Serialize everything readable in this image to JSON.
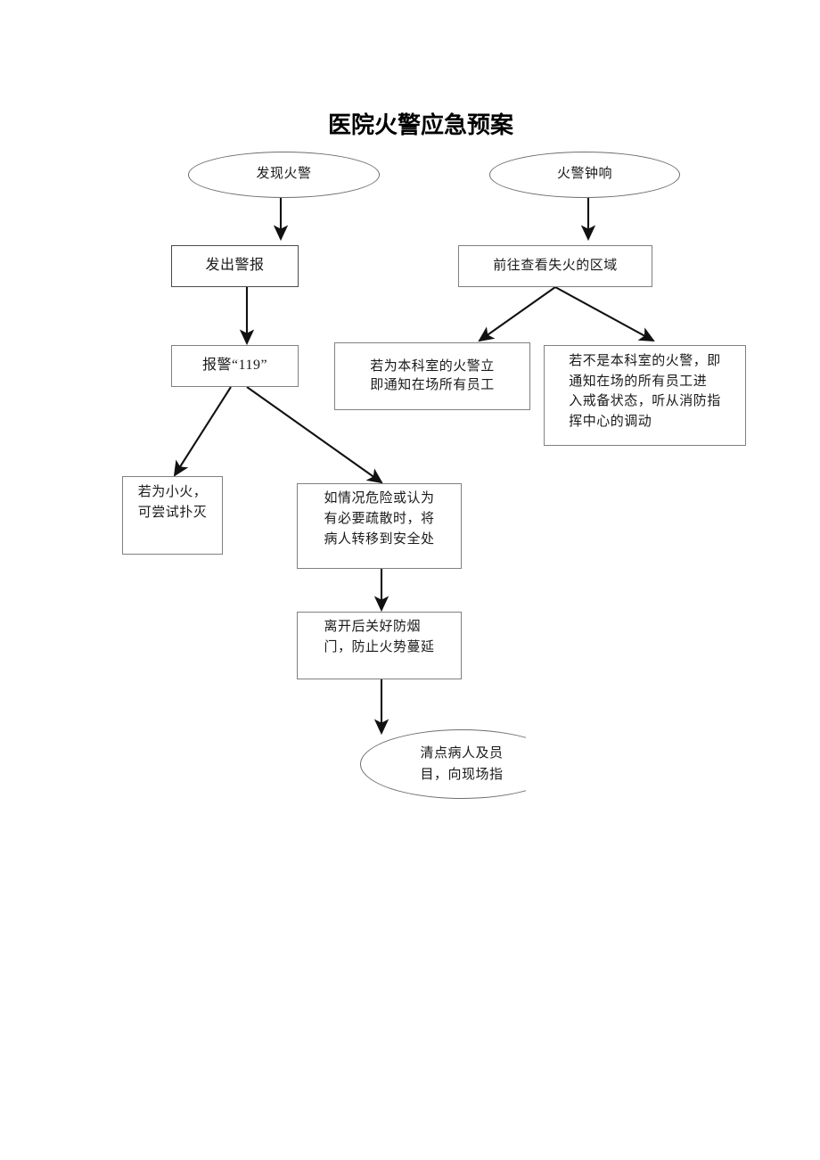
{
  "document": {
    "title": "医院火警应急预案",
    "background_color": "#ffffff",
    "text_color": "#1a1a1a",
    "border_color": "#808080"
  },
  "nodes": {
    "start_discover": {
      "label": "发现火警",
      "shape": "ellipse"
    },
    "start_bell": {
      "label": "火警钟响",
      "shape": "ellipse"
    },
    "issue_alarm": {
      "label": "发出警报",
      "shape": "box"
    },
    "go_check_area": {
      "label": "前往查看失火的区域",
      "shape": "box"
    },
    "call_119": {
      "label": "报警“119”",
      "shape": "box"
    },
    "own_dept_fire": {
      "label": "若为本科室的火警立\n即通知在场所有员工",
      "shape": "box"
    },
    "other_dept_fire": {
      "label": "若不是本科室的火警，即\n通知在场的所有员工进\n入戒备状态，听从消防指\n挥中心的调动",
      "shape": "box"
    },
    "small_fire": {
      "label": "若为小火，\n可尝试扑灭",
      "shape": "box"
    },
    "evacuate_patients": {
      "label": "如情况危险或认为\n有必要疏散时，将\n病人转移到安全处",
      "shape": "box"
    },
    "close_smoke_door": {
      "label": "离开后关好防烟\n门，防止火势蔓延",
      "shape": "box"
    },
    "headcount_report": {
      "label": "清点病人及员\n目，向现场指",
      "shape": "ellipse",
      "clipped": true
    }
  },
  "connectors": [
    {
      "name": "discover-to-alarm",
      "from": "start_discover",
      "to": "issue_alarm",
      "style": "straight-down"
    },
    {
      "name": "bell-to-check",
      "from": "start_bell",
      "to": "go_check_area",
      "style": "straight-down"
    },
    {
      "name": "alarm-to-119",
      "from": "issue_alarm",
      "to": "call_119",
      "style": "straight-down"
    },
    {
      "name": "check-to-own-dept",
      "from": "go_check_area",
      "to": "own_dept_fire",
      "style": "diagonal-left"
    },
    {
      "name": "check-to-other-dept",
      "from": "go_check_area",
      "to": "other_dept_fire",
      "style": "diagonal-right"
    },
    {
      "name": "119-to-small-fire",
      "from": "call_119",
      "to": "small_fire",
      "style": "diagonal-left"
    },
    {
      "name": "119-to-evacuate",
      "from": "call_119",
      "to": "evacuate_patients",
      "style": "diagonal-right"
    },
    {
      "name": "evacuate-to-smoke-door",
      "from": "evacuate_patients",
      "to": "close_smoke_door",
      "style": "straight-down"
    },
    {
      "name": "smoke-door-to-headcount",
      "from": "close_smoke_door",
      "to": "headcount_report",
      "style": "straight-down"
    }
  ]
}
